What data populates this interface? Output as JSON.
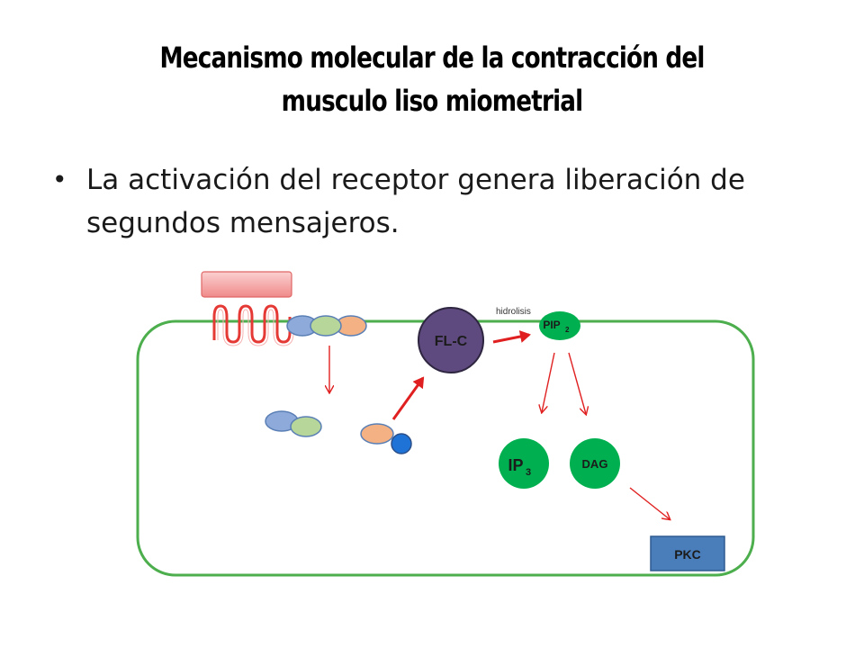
{
  "slide": {
    "title_line1": "Mecanismo molecular de la contracción del",
    "title_line2": "musculo liso miometrial",
    "bullet": "La activación del receptor genera liberación de segundos mensajeros."
  },
  "diagram": {
    "flc_label": "FL-C",
    "hydrolysis_label": "hidrolisis",
    "pip2_label": "PIP",
    "pip2_sub": "2",
    "ip3_label": "IP",
    "ip3_sub": "3",
    "dag_label": "DAG",
    "pkc_label": "PKC",
    "colors": {
      "cell_border": "#4cae4c",
      "receptor_coil": "#e53935",
      "ligand_box": "#f4a6a6",
      "protein_blue": "#8eaadb",
      "protein_green": "#b7d69a",
      "protein_orange": "#f4b183",
      "gtp_blue": "#1f73d6",
      "flc_purple": "#5e4a7e",
      "second_messenger_green": "#00b050",
      "pkc_box": "#4a7ebb",
      "arrow_red": "#e02020"
    }
  }
}
